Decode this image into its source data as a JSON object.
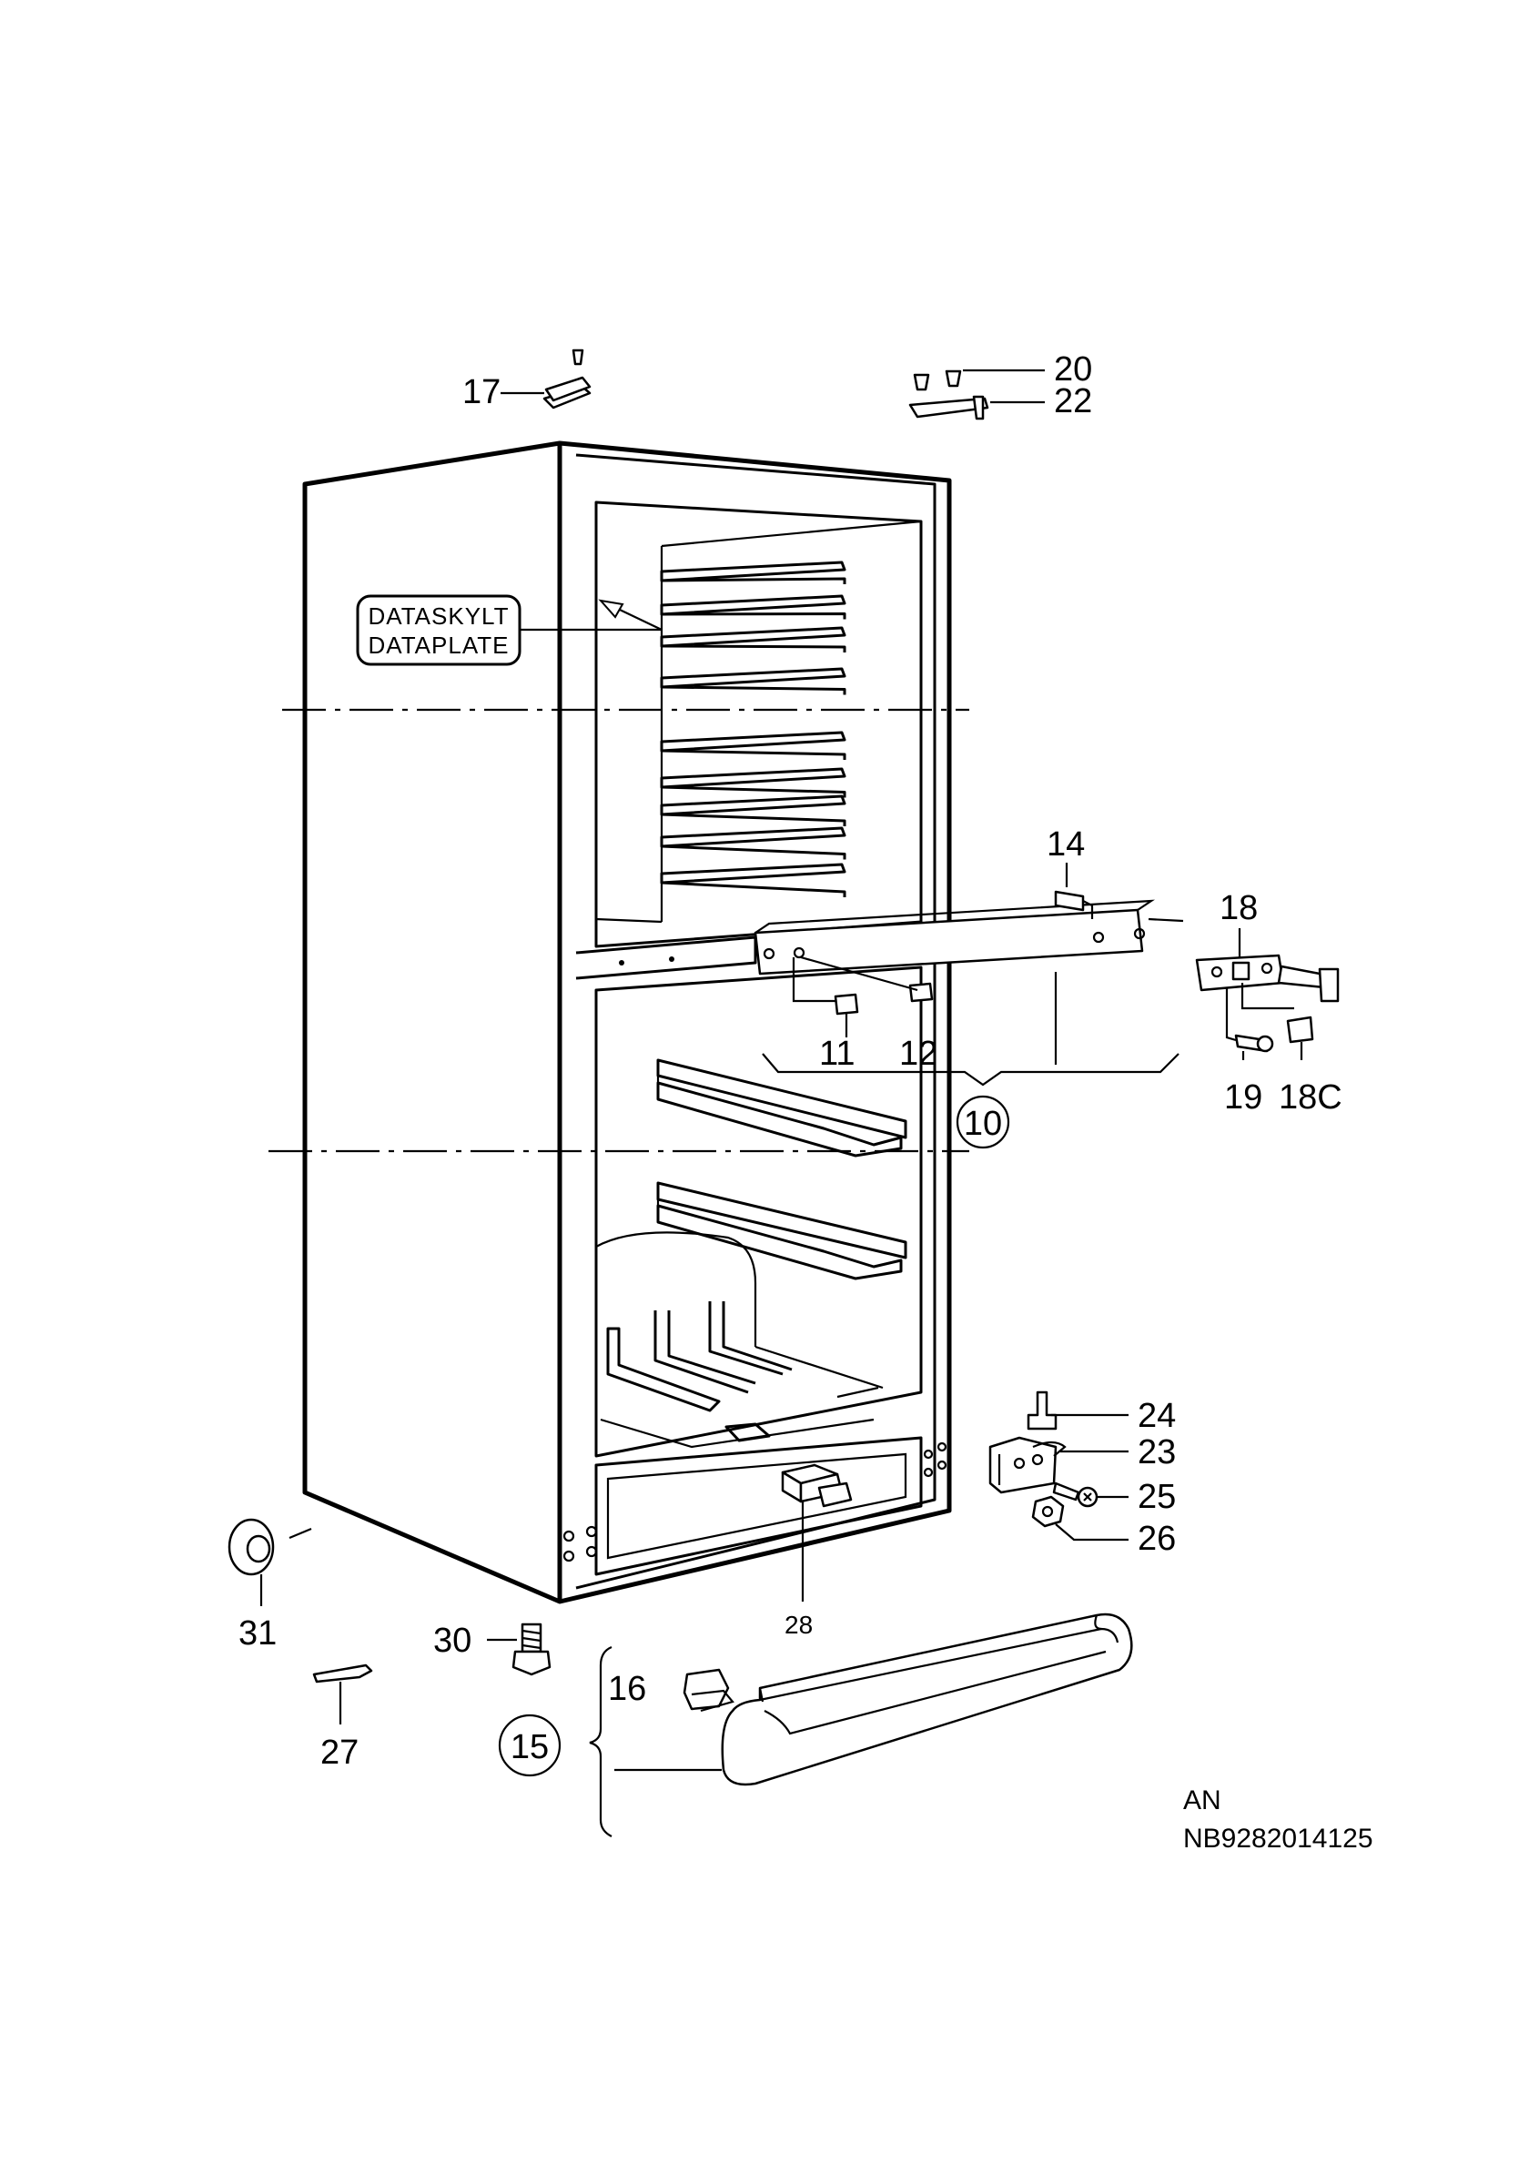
{
  "labels": {
    "p17": "17",
    "p20": "20",
    "p22": "22",
    "p14": "14",
    "p18": "18",
    "p11": "11",
    "p12": "12",
    "p19": "19",
    "p18c": "18C",
    "p10": "10",
    "p24": "24",
    "p23": "23",
    "p25": "25",
    "p26": "26",
    "p28": "28",
    "p31": "31",
    "p30": "30",
    "p16": "16",
    "p15": "15",
    "p27": "27"
  },
  "dataplate": {
    "line1": "DATASKYLT",
    "line2": "DATAPLATE"
  },
  "footer": {
    "code_line1": "AN",
    "code_line2": "NB9282014125"
  }
}
